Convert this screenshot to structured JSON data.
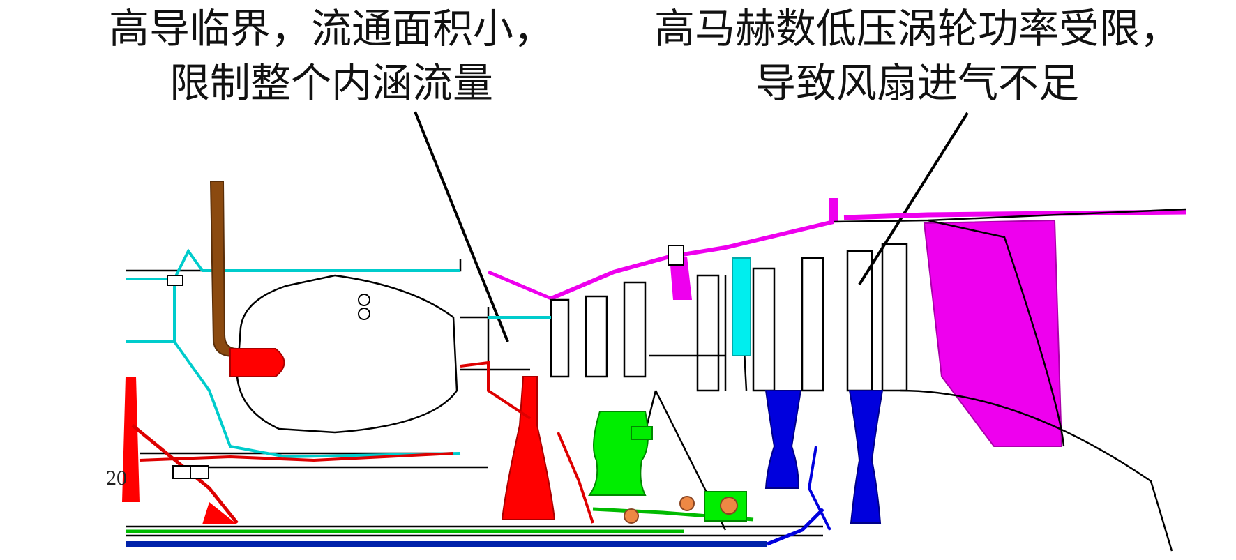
{
  "annotations": {
    "left": {
      "line1": "高导临界，流通面积小，",
      "line2": "限制整个内涵流量"
    },
    "right": {
      "line1": "高马赫数低压涡轮功率受限，",
      "line2": "导致风扇进气不足"
    }
  },
  "diagram": {
    "station_label": "20"
  },
  "colors": {
    "fuel_strut": "#8b4a10",
    "hp_turbine": "#ff0000",
    "ip_turbine": "#00ee00",
    "lp_turbine": "#0000dd",
    "casing_inner": "#00dddd",
    "casing_outer": "#ee00ee",
    "outline": "#000000"
  }
}
